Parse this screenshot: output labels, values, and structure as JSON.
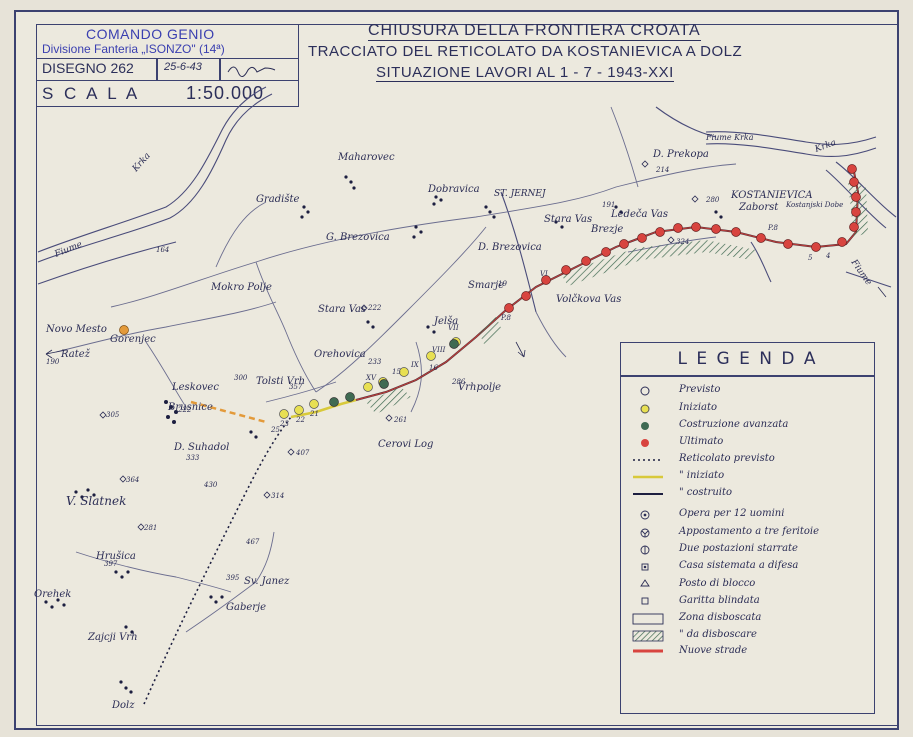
{
  "header": {
    "command": "COMANDO GENIO",
    "division": "Divisione Fanteria „ISONZO\" (14ª)",
    "drawing": "DISEGNO 262",
    "date": "25-6-43",
    "scale_label": "S C A L A",
    "scale_value": "1:50.000",
    "title_line1": "CHIUSURA DELLA FRONTIERA CROATA",
    "title_line2": "TRACCIATO DEL RETICOLATO DA KOSTANIEVICA A DOLZ",
    "title_line3": "SITUAZIONE LAVORI AL 1 - 7 - 1943-XXI"
  },
  "legend": {
    "title": "L E G E N D A",
    "items": [
      {
        "symbol": "circle-empty",
        "label": "Previsto"
      },
      {
        "symbol": "circle-yellow",
        "label": "Iniziato"
      },
      {
        "symbol": "circle-green",
        "label": "Costruzione avanzata"
      },
      {
        "symbol": "circle-red",
        "label": "Ultimato"
      },
      {
        "symbol": "line-dotted",
        "label": "Reticolato previsto"
      },
      {
        "symbol": "line-yellow",
        "label": "\"      iniziato"
      },
      {
        "symbol": "line-solid",
        "label": "\"      costruito"
      },
      {
        "symbol": "circle-dot",
        "label": "Opera per 12 uomini"
      },
      {
        "symbol": "circle-y",
        "label": "Appostamento a tre feritoie"
      },
      {
        "symbol": "circle-bar",
        "label": "Due postazioni starrate"
      },
      {
        "symbol": "square-dot",
        "label": "Casa sistemata a difesa"
      },
      {
        "symbol": "triangle",
        "label": "Posto di blocco"
      },
      {
        "symbol": "square",
        "label": "Garitta blindata"
      },
      {
        "symbol": "box-empty",
        "label": "Zona disboscata"
      },
      {
        "symbol": "box-hatched",
        "label": "\"   da disboscare"
      },
      {
        "symbol": "line-red",
        "label": "Nuove strade"
      }
    ]
  },
  "places": [
    "Maharovec",
    "Dobravica",
    "Gradište",
    "G. Brezovica",
    "ST. JERNEJ",
    "D. Prekopa",
    "Stara Vas",
    "Ledeča Vas",
    "KOSTANIEVICA",
    "Zaborst",
    "Brezje",
    "Mokro Polje",
    "Stara Vas",
    "Orehovica",
    "Jelša",
    "Smarje",
    "D. Brezovica",
    "Vrhpolje",
    "Novo Mesto",
    "Gorenjec",
    "Ratež",
    "Leskovec",
    "Brusnice",
    "Tolsti Vrh",
    "D. Suhadol",
    "Cerovi Log",
    "V. Slatnek",
    "Hrušica",
    "Sv. Janez",
    "Gaberje",
    "Orehek",
    "Zajcji Vrh",
    "Dolz",
    "Kostanjski Dobe",
    "Volčkova Vas"
  ],
  "rivers": [
    "Krka",
    "Fiume",
    "Krka",
    "Fiume Krka",
    "Fiume"
  ],
  "elevations": [
    "214",
    "280",
    "324",
    "222",
    "233",
    "261",
    "305",
    "300",
    "357",
    "222",
    "333",
    "407",
    "430",
    "364",
    "281",
    "314",
    "467",
    "395",
    "397",
    "286",
    "190",
    "164",
    "191"
  ],
  "works": [
    "P.8",
    "19",
    "VI",
    "VII",
    "VIII",
    "IX",
    "16",
    "15",
    "XV",
    "21",
    "22",
    "23",
    "25",
    "P.8",
    "5",
    "4"
  ],
  "colors": {
    "ink": "#2b2d55",
    "border": "#3c4270",
    "paper": "#ece9de",
    "done": "#d8443f",
    "started": "#e8e052",
    "advanced": "#3f6a52",
    "orange": "#e39a3a"
  }
}
